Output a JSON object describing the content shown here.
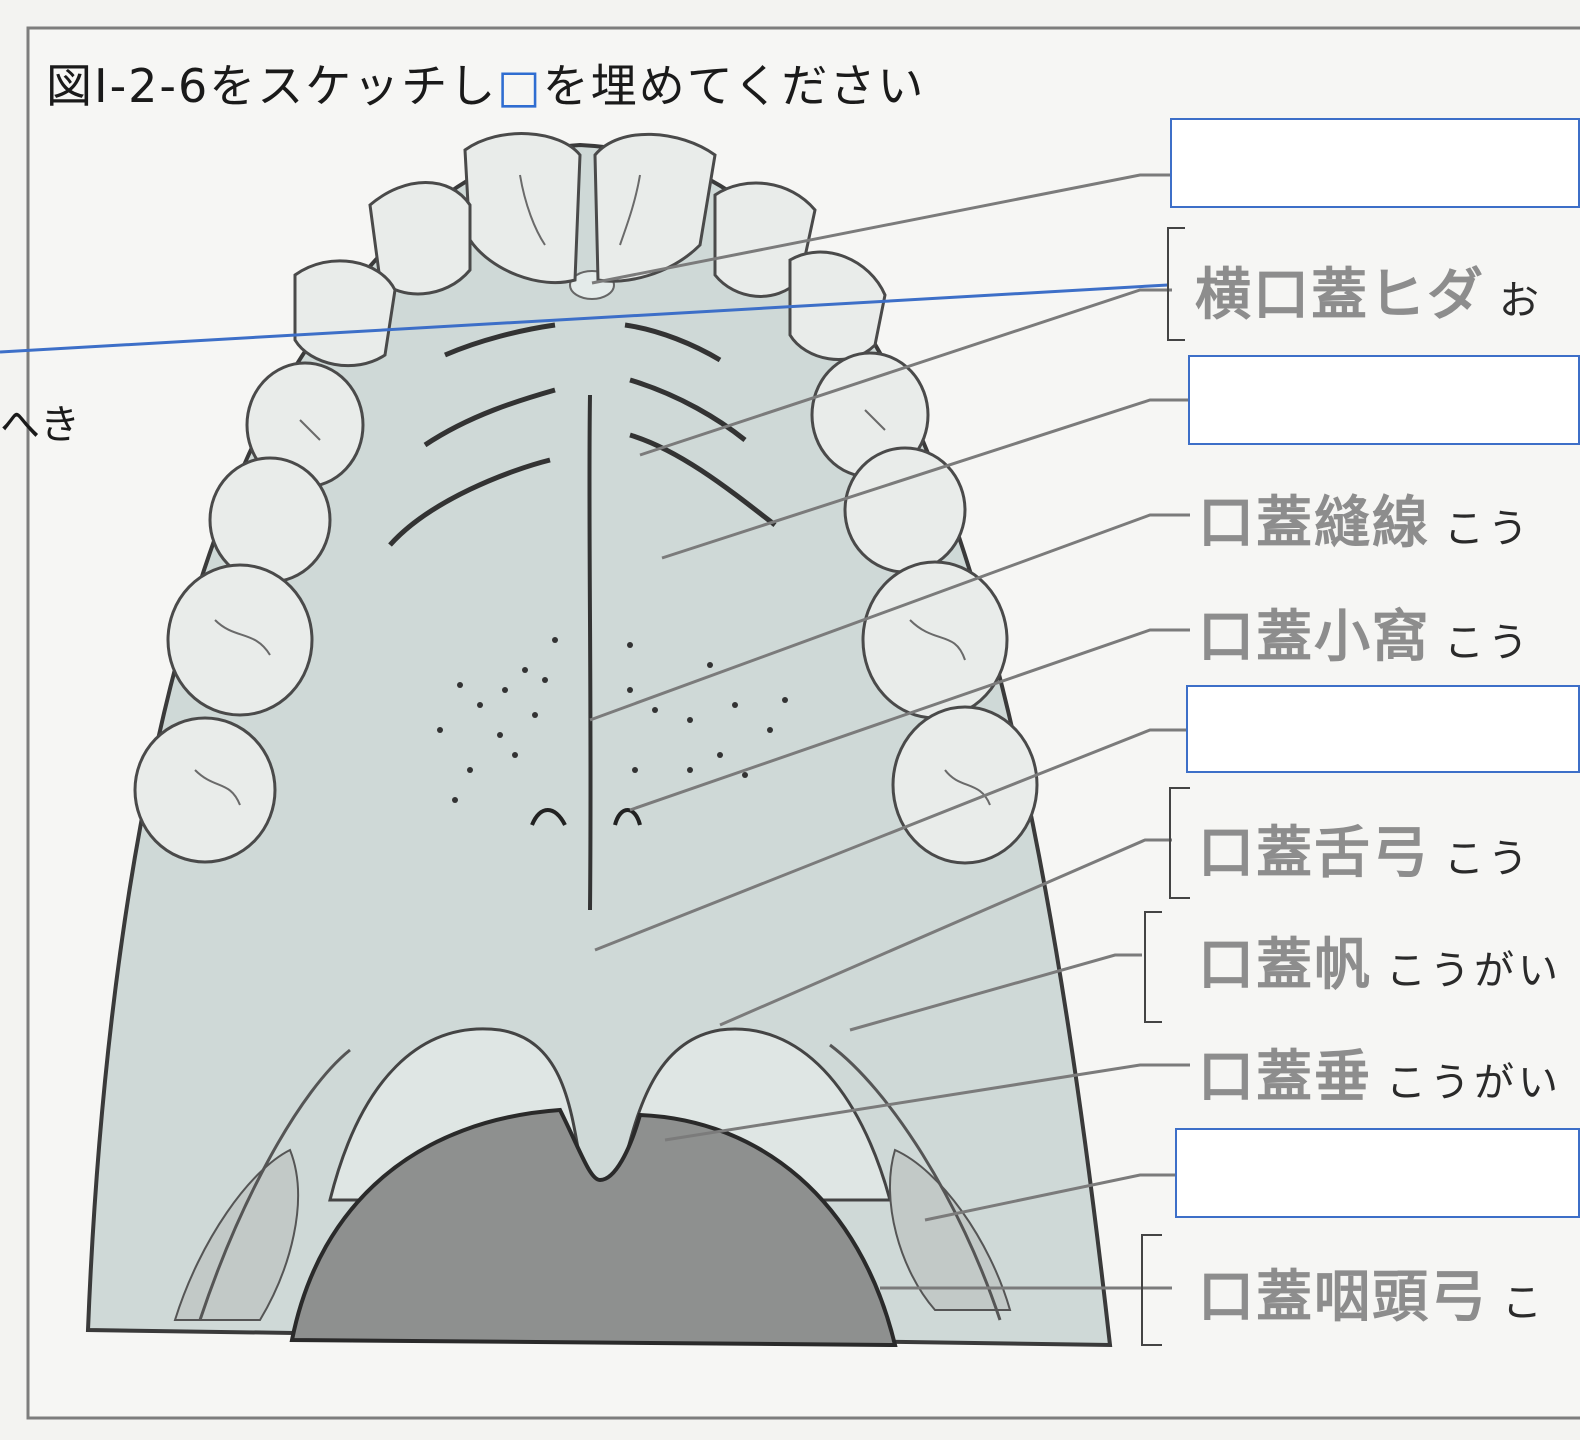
{
  "title": {
    "text_before": "図I-2-6をスケッチし",
    "box_glyph": "□",
    "text_after": "を埋めてください"
  },
  "stray_text": "へき",
  "labels": [
    {
      "term": "横口蓋ヒダ",
      "reading": "お"
    },
    {
      "term": "口蓋縫線",
      "reading": "こう"
    },
    {
      "term": "口蓋小窩",
      "reading": "こう"
    },
    {
      "term": "口蓋舌弓",
      "reading": "こう"
    },
    {
      "term": "口蓋帆",
      "reading": "こうがい"
    },
    {
      "term": "口蓋垂",
      "reading": "こうがい"
    },
    {
      "term": "口蓋咽頭弓",
      "reading": "こ"
    }
  ],
  "answer_boxes": [
    {
      "answer": ""
    },
    {
      "answer": ""
    },
    {
      "answer": ""
    },
    {
      "answer": ""
    }
  ],
  "colors": {
    "box_border": "#3d6fc8",
    "palate_fill": "#d3dcda",
    "tongue_fill": "#8e908f",
    "leader_line": "#7b7b7b"
  }
}
